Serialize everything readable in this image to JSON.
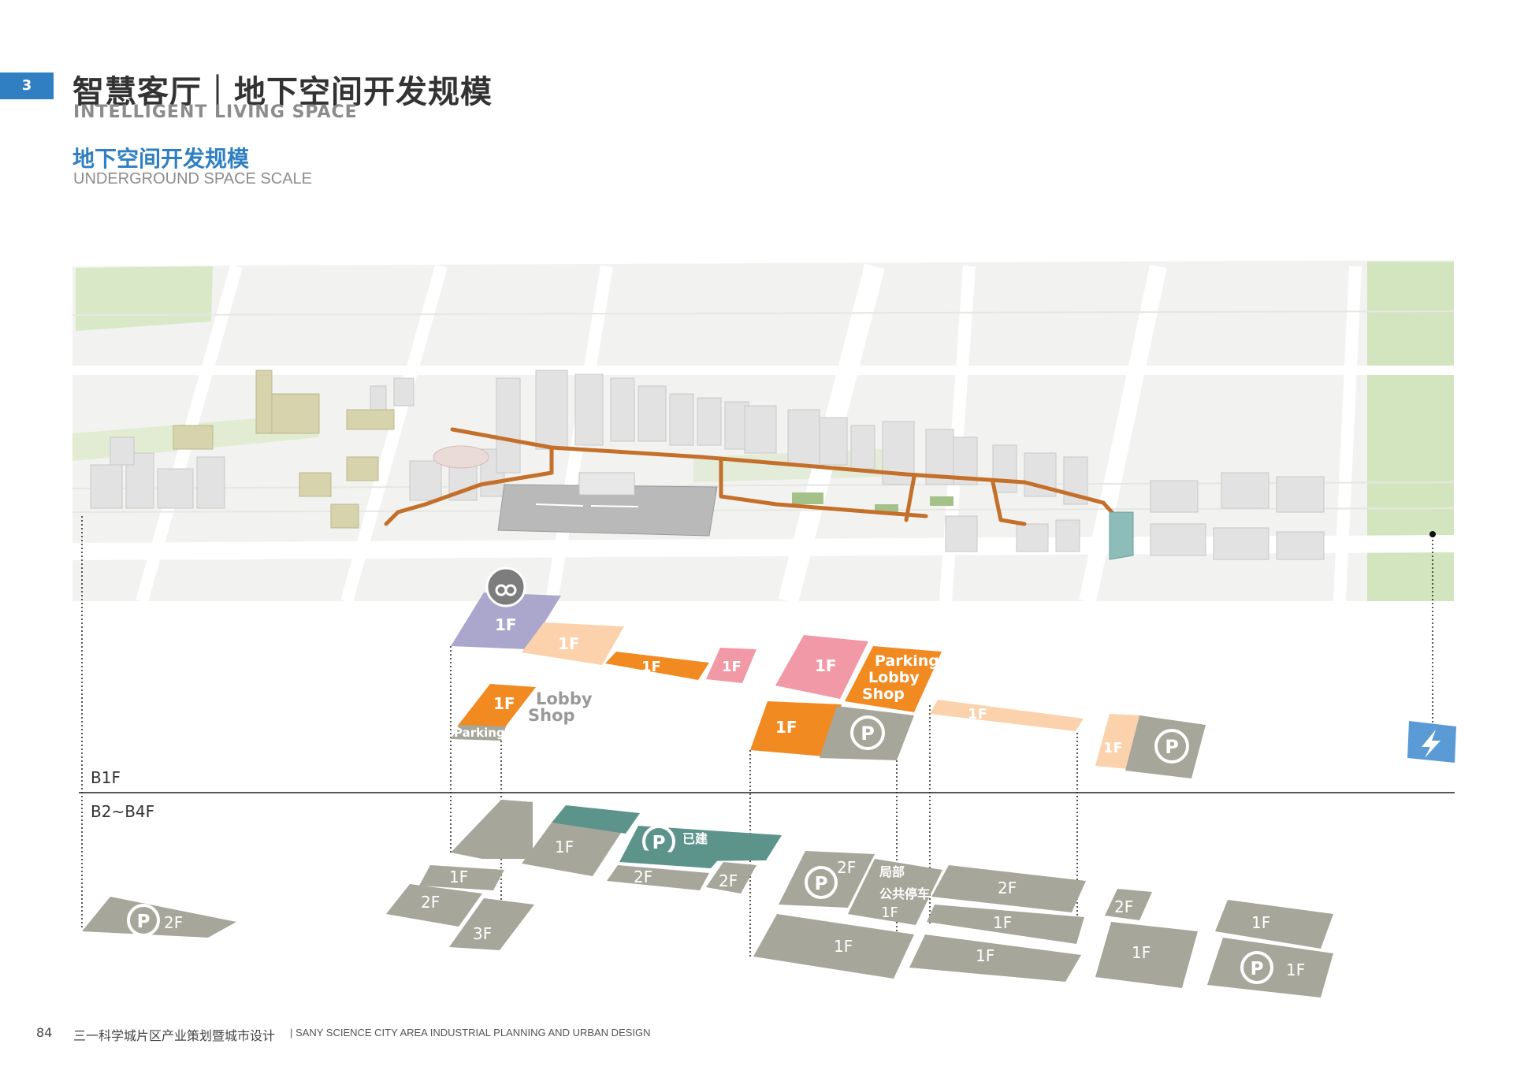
{
  "header": {
    "section_number": "3",
    "title_cn": "智慧客厅｜地下空间开发规模",
    "title_en": "INTELLIGENT LIVING SPACE",
    "subtitle_cn": "地下空间开发规模",
    "subtitle_en": "UNDERGROUND SPACE SCALE"
  },
  "levels": {
    "b1": "B1F",
    "b2_b4": "B2~B4F"
  },
  "b1_blocks": {
    "lavender": "1F",
    "peach_top": "1F",
    "orange_strip": "1F",
    "pink_small": "1F",
    "pink_large": "1F",
    "parking_lobby_shop": [
      "Parking",
      "Lobby",
      "Shop"
    ],
    "orange_left": "1F",
    "lobby_shop": [
      "Lobby",
      "Shop"
    ],
    "parking_small": "Parking",
    "peach_strip": "1F",
    "orange_mid": "1F",
    "peach_right": "1F",
    "parking_symbol": "P"
  },
  "b2_blocks": {
    "left_parking": "2F",
    "teal_upper_1f": "1F",
    "teal_built": "已建",
    "teal_2f": "2F",
    "mid_2f": "2F",
    "left_1f": "1F",
    "left_2f": "2F",
    "left_3f": "3F",
    "center_parking_2f": "2F",
    "public_parking_1": "局部",
    "public_parking_2": "公共停车",
    "public_parking_floor": "1F",
    "center_bottom_1f": "1F",
    "right_2f": "2F",
    "right_1f_a": "1F",
    "right_1f_b": "1F",
    "far_2f": "2F",
    "far_1f": "1F",
    "far_right_1f": "1F",
    "far_right_parking_1f": "1F"
  },
  "colors": {
    "accent_blue": "#2f7fc2",
    "orange": "#f28a22",
    "peach": "#fbd2ac",
    "pink": "#f199a6",
    "lavender": "#aaa6cc",
    "gray": "#a6a69b",
    "teal": "#5c948c",
    "route": "#c46f2a"
  },
  "icons": {
    "metro": "metro-loop-icon",
    "parking": "parking-icon",
    "power": "lightning-icon"
  },
  "footer": {
    "page_number": "84",
    "title_cn": "三一科学城片区产业策划暨城市设计",
    "title_en": "| SANY SCIENCE CITY AREA INDUSTRIAL PLANNING AND URBAN DESIGN"
  }
}
